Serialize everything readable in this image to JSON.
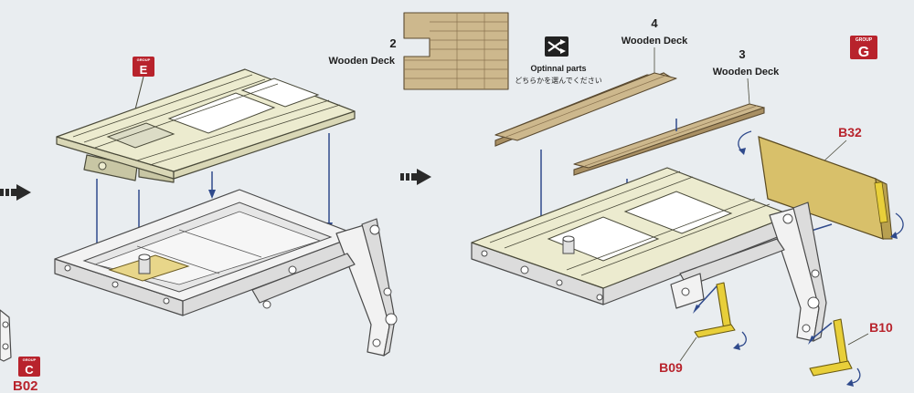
{
  "groups": {
    "e": {
      "letter": "E",
      "caption": "GROUP"
    },
    "g": {
      "letter": "G",
      "caption": "GROUP"
    },
    "c": {
      "letter": "C",
      "caption": "GROUP"
    }
  },
  "parts": {
    "deck_2": {
      "number": "2",
      "name": "Wooden Deck"
    },
    "deck_4": {
      "number": "4",
      "name": "Wooden Deck"
    },
    "deck_3": {
      "number": "3",
      "name": "Wooden Deck"
    },
    "b32": "B32",
    "b09": "B09",
    "b10": "B10",
    "b02": "B02"
  },
  "optional_parts": {
    "title": "Optinnal parts",
    "note": "どちらかを選んでください"
  },
  "colors": {
    "group_tag": "#b8232c",
    "arrow": "#2f4a8c",
    "frame": "#ecebcf",
    "wood": "#cdb88d",
    "yellow_part": "#e8cf3a",
    "panel": "#d8c06a"
  },
  "icons": {
    "optional": "crossing-arrows-icon",
    "flow": "dashed-flow-arrow-icon"
  }
}
